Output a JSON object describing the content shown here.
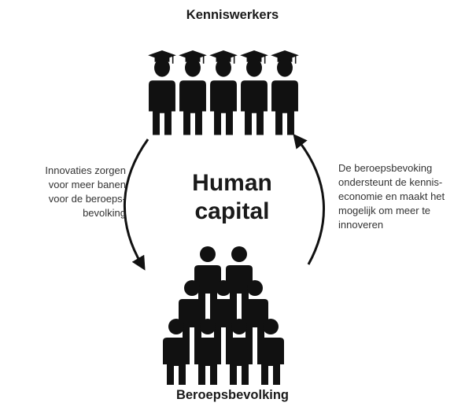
{
  "diagram": {
    "top_label": "Kenniswerkers",
    "bottom_label": "Beroepsbevolking",
    "center_label_line1": "Human",
    "center_label_line2": "capital",
    "left_note": "Innovaties zorgen\nvoor meer banen\nvoor de beroeps-\nbevolking",
    "right_note": "De beroepsbevoking\nondersteunt de kennis-\neconomie en maakt het\nmogelijk om meer te\ninnoveren"
  },
  "icons": {
    "graduate": "graduate-person-icon",
    "person": "person-icon",
    "arrow": "curved-arrow-icon"
  },
  "colors": {
    "ink": "#111111"
  }
}
